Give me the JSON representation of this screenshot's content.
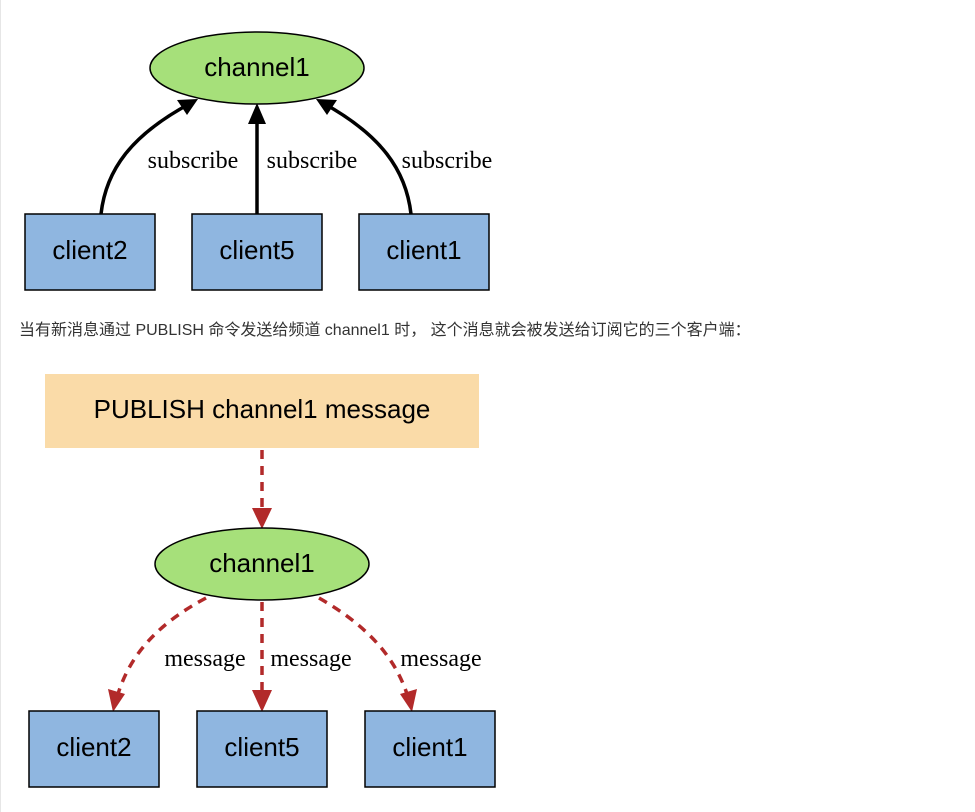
{
  "diagram1": {
    "channel": "channel1",
    "edge_label": "subscribe",
    "clients": [
      "client2",
      "client5",
      "client1"
    ]
  },
  "caption": "当有新消息通过 PUBLISH 命令发送给频道 channel1 时， 这个消息就会被发送给订阅它的三个客户端：",
  "diagram2": {
    "publish_box": "PUBLISH channel1 message",
    "channel": "channel1",
    "edge_label": "message",
    "clients": [
      "client2",
      "client5",
      "client1"
    ]
  },
  "colors": {
    "channel_fill": "#a6e07a",
    "client_fill": "#8fb6e0",
    "publish_fill": "#fadba8",
    "subscribe_arrow": "#000000",
    "message_arrow": "#b22a2a",
    "caption_text": "#333333"
  }
}
